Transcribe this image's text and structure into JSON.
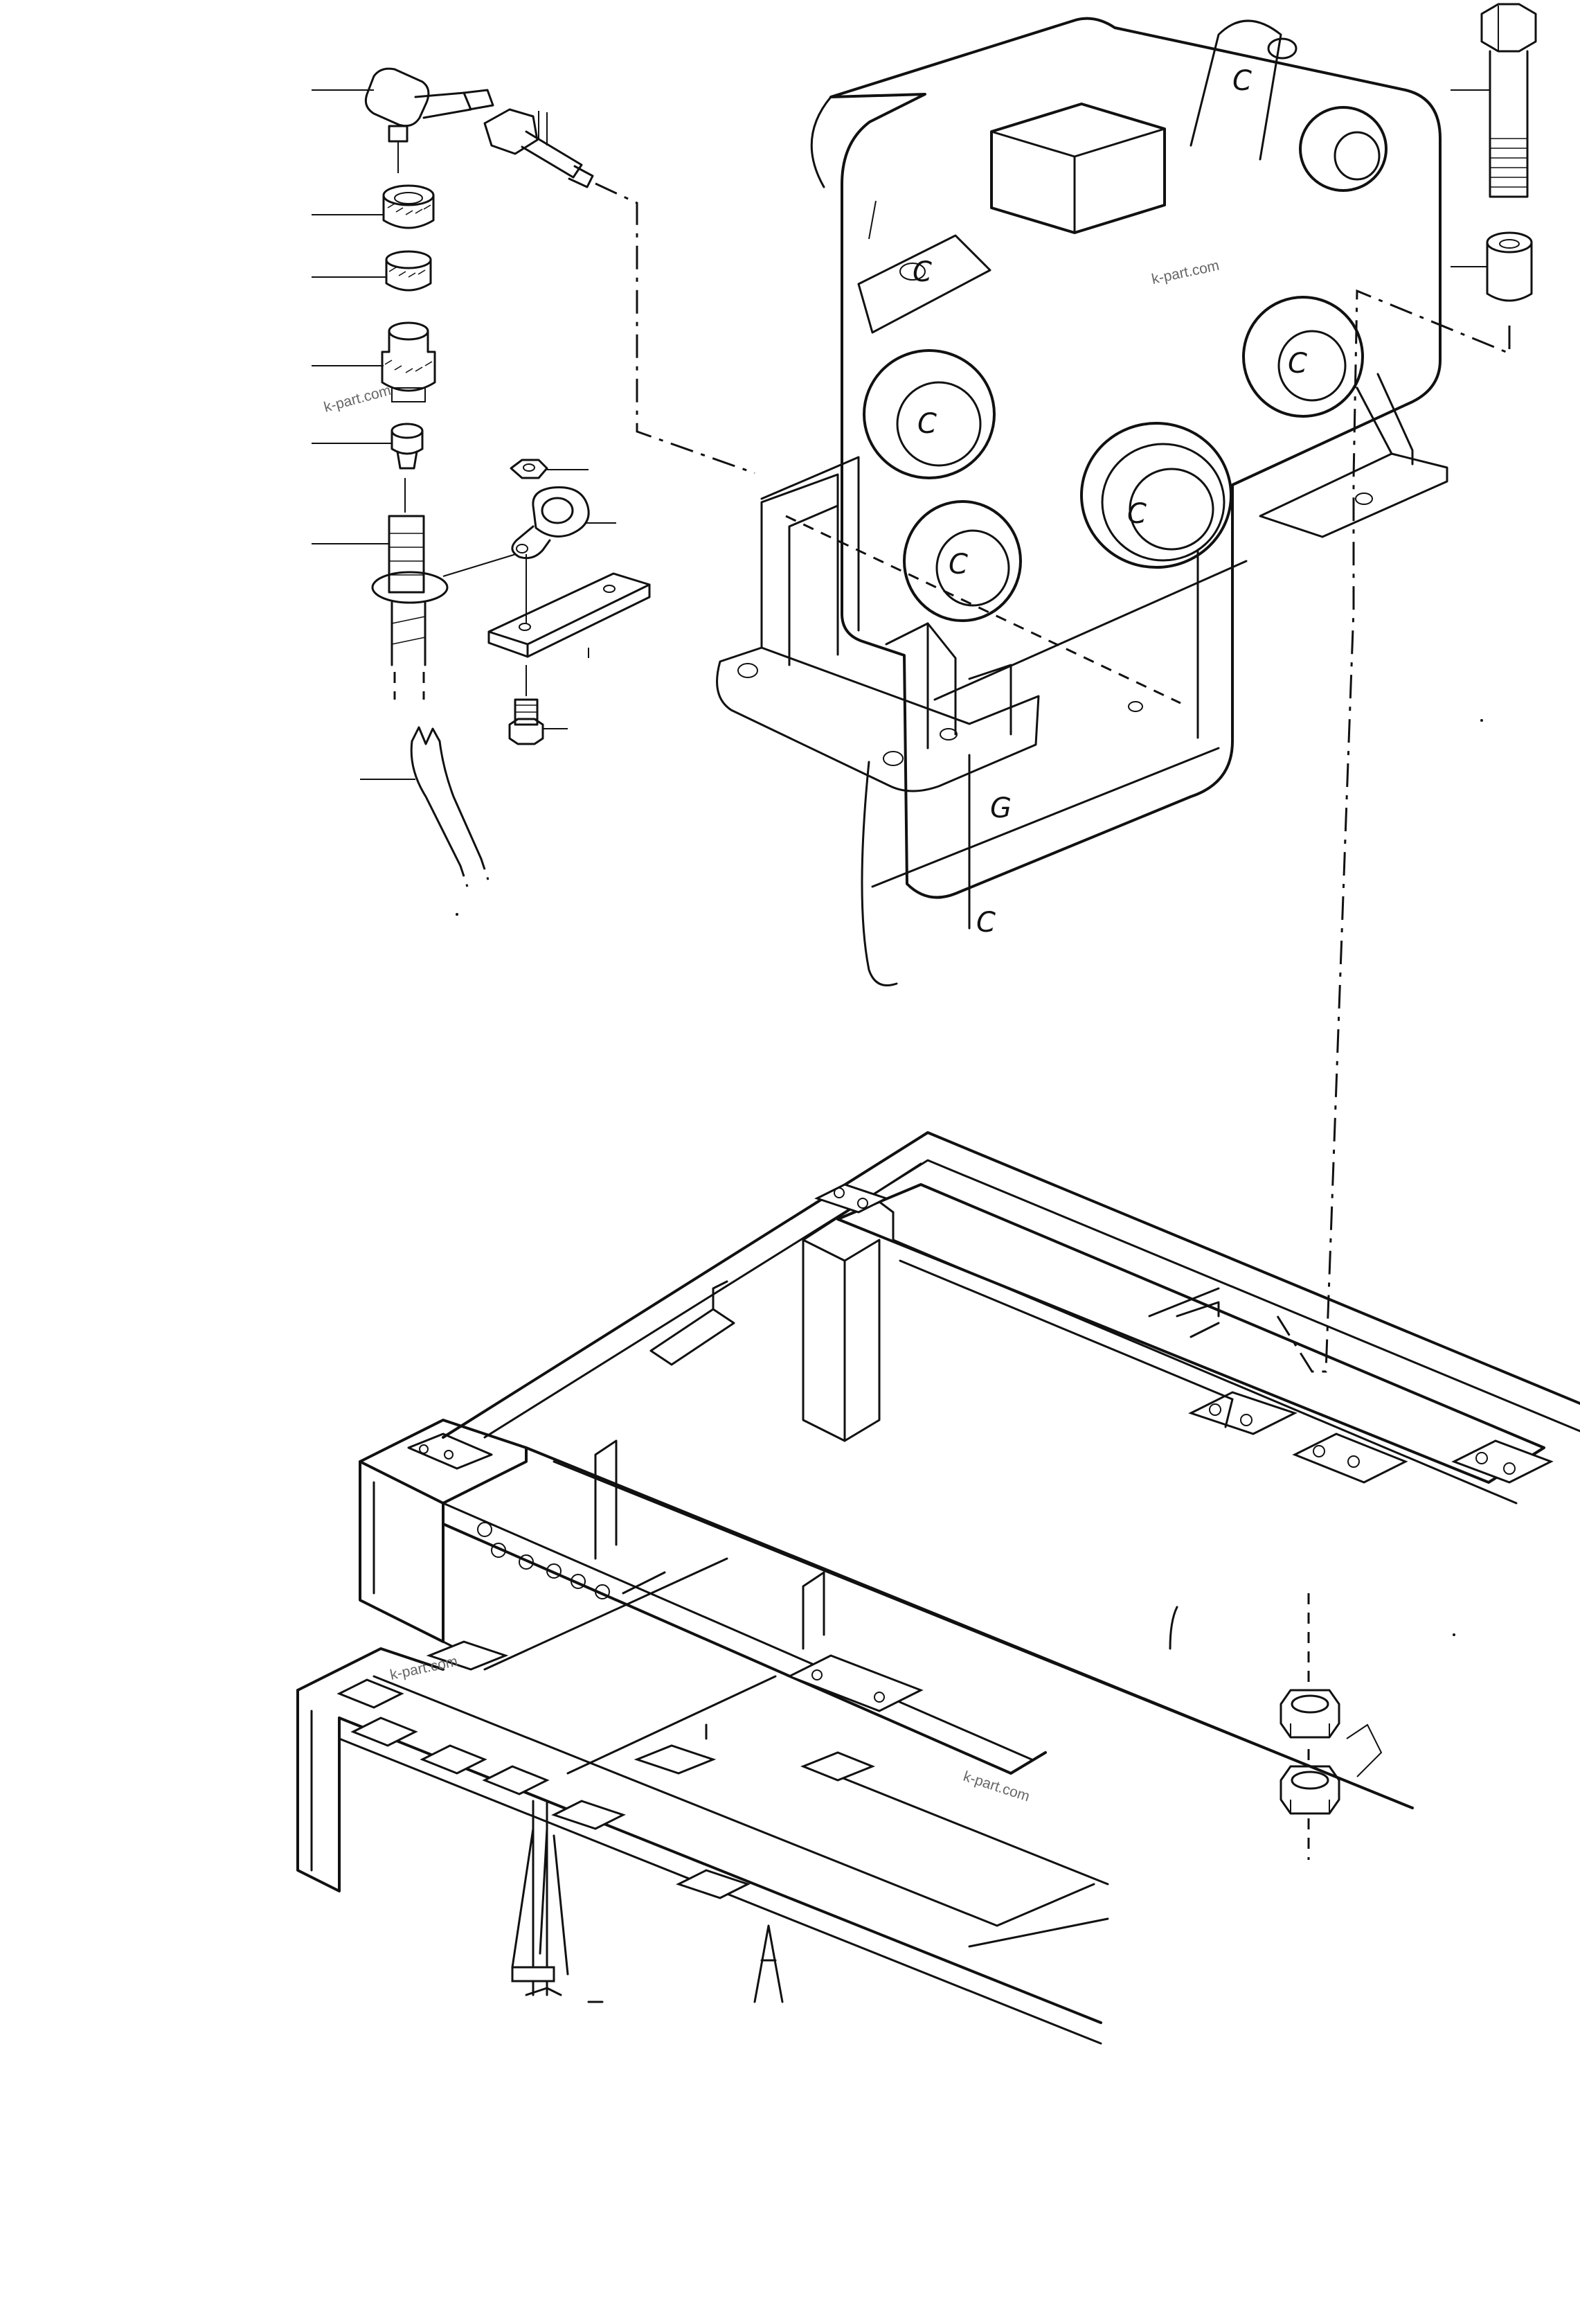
{
  "watermarks": [
    "k-part.com",
    "k-part.com",
    "k-part.com",
    "k-part.com"
  ],
  "housing_marks": [
    "C",
    "C",
    "C",
    "C",
    "C",
    "C",
    "G",
    "C"
  ]
}
